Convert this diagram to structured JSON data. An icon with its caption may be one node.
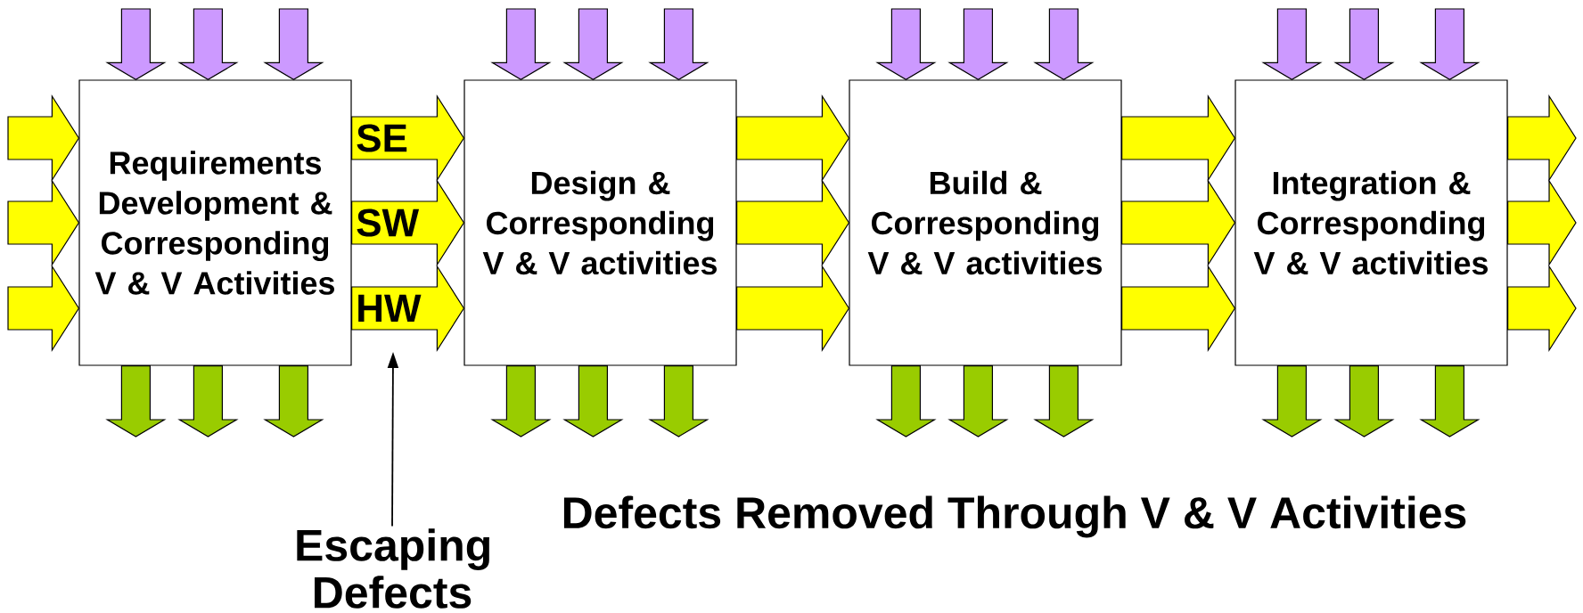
{
  "diagram": {
    "nodes": [
      {
        "text": [
          "Requirements Development & Corresponding V & V Activities"
        ]
      },
      {
        "text": [
          "Design & Corresponding V & V activities"
        ]
      },
      {
        "text": [
          "Build & Corresponding V & V activities"
        ]
      },
      {
        "text": [
          "Integration & Corresponding V & V activities"
        ]
      },
      {
        "text": [
          "Escaping Defects"
        ]
      }
    ],
    "edges": [
      {
        "from": null,
        "to": 0,
        "arrow": "to",
        "color": "#cc99ff"
      },
      {
        "from": null,
        "to": 0,
        "arrow": "to",
        "color": "#cc99ff"
      },
      {
        "from": null,
        "to": 0,
        "arrow": "to",
        "color": "#cc99ff"
      },
      {
        "from": null,
        "to": 1,
        "arrow": "to",
        "color": "#cc99ff"
      },
      {
        "from": null,
        "to": 1,
        "arrow": "to",
        "color": "#cc99ff"
      },
      {
        "from": null,
        "to": 1,
        "arrow": "to",
        "color": "#cc99ff"
      },
      {
        "from": null,
        "to": 2,
        "arrow": "to",
        "color": "#cc99ff"
      },
      {
        "from": null,
        "to": 2,
        "arrow": "to",
        "color": "#cc99ff"
      },
      {
        "from": null,
        "to": 2,
        "arrow": "to",
        "color": "#cc99ff"
      },
      {
        "from": null,
        "to": 3,
        "arrow": "to",
        "color": "#cc99ff"
      },
      {
        "from": null,
        "to": 3,
        "arrow": "to",
        "color": "#cc99ff"
      },
      {
        "from": null,
        "to": 3,
        "arrow": "to",
        "color": "#cc99ff"
      },
      {
        "from": null,
        "to": 0,
        "arrow": "to",
        "color": "#ffff00"
      },
      {
        "from": null,
        "to": 0,
        "arrow": "to",
        "color": "#ffff00"
      },
      {
        "from": null,
        "to": 0,
        "arrow": "to",
        "color": "#ffff00"
      },
      {
        "from": 0,
        "to": 1,
        "arrow": "to",
        "color": "#ffff00",
        "label": "SE"
      },
      {
        "from": 0,
        "to": 1,
        "arrow": "to",
        "color": "#ffff00",
        "label": "SW"
      },
      {
        "from": 0,
        "to": 1,
        "arrow": "to",
        "color": "#ffff00",
        "label": "HW"
      },
      {
        "from": 1,
        "to": 2,
        "arrow": "to",
        "color": "#ffff00"
      },
      {
        "from": 1,
        "to": 2,
        "arrow": "to",
        "color": "#ffff00"
      },
      {
        "from": 1,
        "to": 2,
        "arrow": "to",
        "color": "#ffff00"
      },
      {
        "from": 2,
        "to": 3,
        "arrow": "to",
        "color": "#ffff00"
      },
      {
        "from": 2,
        "to": 3,
        "arrow": "to",
        "color": "#ffff00"
      },
      {
        "from": 2,
        "to": 3,
        "arrow": "to",
        "color": "#ffff00"
      },
      {
        "from": 3,
        "to": null,
        "arrow": "to",
        "color": "#ffff00"
      },
      {
        "from": 3,
        "to": null,
        "arrow": "to",
        "color": "#ffff00"
      },
      {
        "from": 3,
        "to": null,
        "arrow": "to",
        "color": "#ffff00"
      },
      {
        "from": 0,
        "to": null,
        "arrow": "to",
        "color": "#99cc00"
      },
      {
        "from": 0,
        "to": null,
        "arrow": "to",
        "color": "#99cc00"
      },
      {
        "from": 0,
        "to": null,
        "arrow": "to",
        "color": "#99cc00"
      },
      {
        "from": 1,
        "to": null,
        "arrow": "to",
        "color": "#99cc00"
      },
      {
        "from": 1,
        "to": null,
        "arrow": "to",
        "color": "#99cc00"
      },
      {
        "from": 1,
        "to": null,
        "arrow": "to",
        "color": "#99cc00"
      },
      {
        "from": 2,
        "to": null,
        "arrow": "to",
        "color": "#99cc00"
      },
      {
        "from": 2,
        "to": null,
        "arrow": "to",
        "color": "#99cc00"
      },
      {
        "from": 2,
        "to": null,
        "arrow": "to",
        "color": "#99cc00"
      },
      {
        "from": 3,
        "to": null,
        "arrow": "to",
        "color": "#99cc00"
      },
      {
        "from": 3,
        "to": null,
        "arrow": "to",
        "color": "#99cc00"
      },
      {
        "from": 3,
        "to": null,
        "arrow": "to",
        "color": "#99cc00"
      },
      {
        "from": 4,
        "to": null,
        "arrow": "to"
      }
    ],
    "labels": [
      "Defects Removed Through V & V Activities"
    ]
  }
}
